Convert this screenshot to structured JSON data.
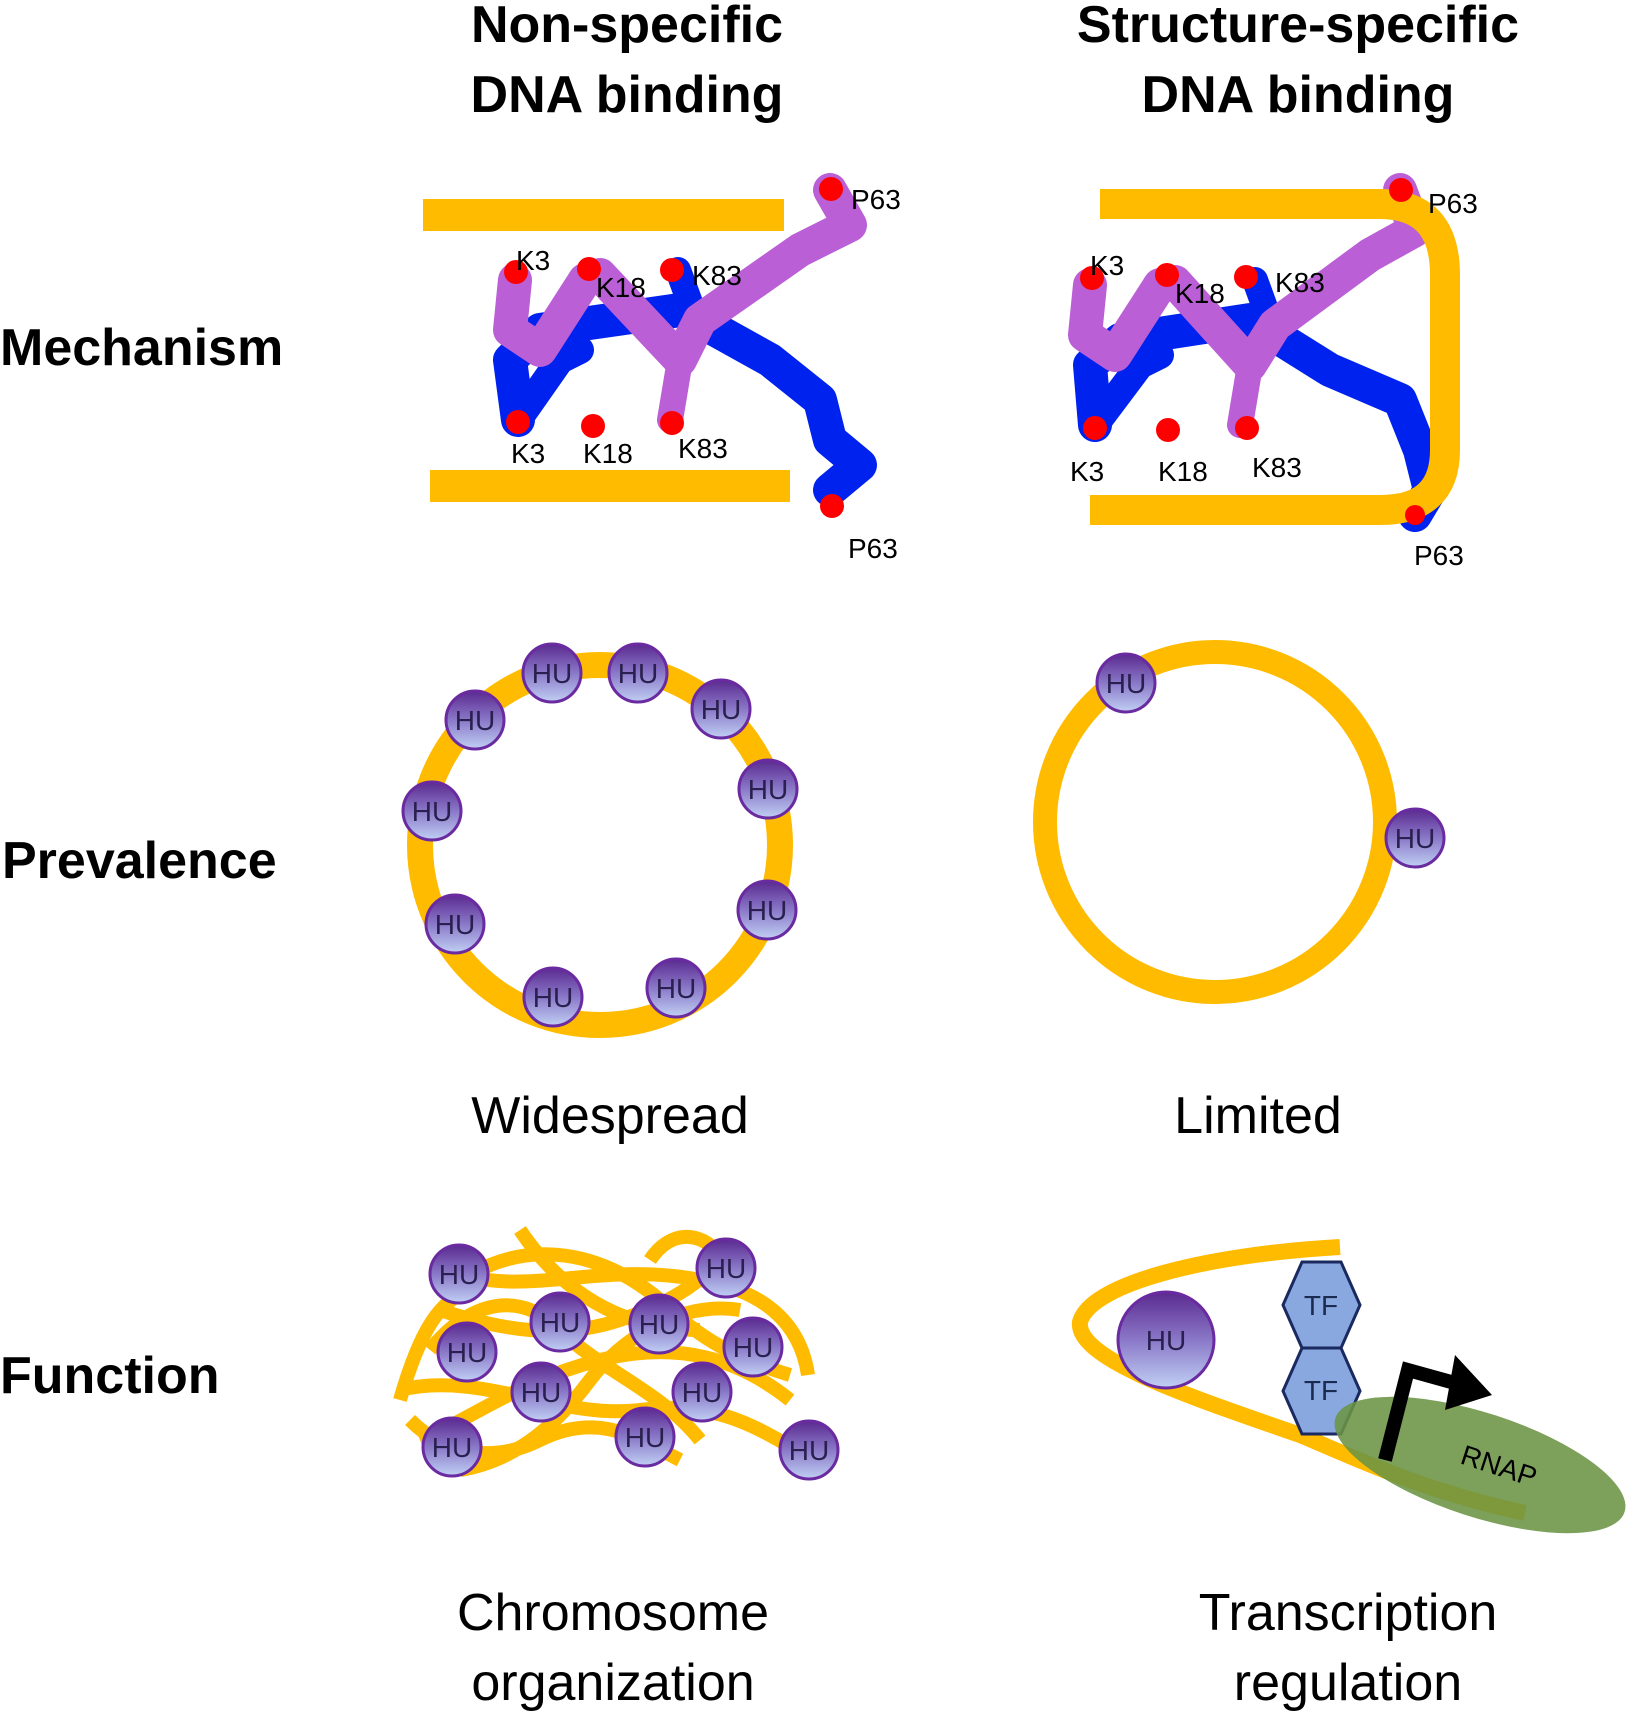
{
  "columns": {
    "left": {
      "header_line1": "Non-specific",
      "header_line2": "DNA binding"
    },
    "right": {
      "header_line1": "Structure-specific",
      "header_line2": "DNA binding"
    }
  },
  "rows": {
    "mechanism": "Mechanism",
    "prevalence": "Prevalence",
    "function": "Function"
  },
  "residues": {
    "k3": "K3",
    "k18": "K18",
    "k83": "K83",
    "p63": "P63"
  },
  "protein_labels": {
    "hu": "HU",
    "tf": "TF",
    "rnap": "RNAP"
  },
  "captions": {
    "prevalence_left": "Widespread",
    "prevalence_right": "Limited",
    "function_left_line1": "Chromosome",
    "function_left_line2": "organization",
    "function_right_line1": "Transcription",
    "function_right_line2": "regulation"
  },
  "colors": {
    "dna": "#ffbb00",
    "hu_monomer_a": "#0022ee",
    "hu_monomer_b": "#bb5fd6",
    "residue_marker": "#ff0000",
    "hu_top": "#5a2a90",
    "hu_bottom": "#b8c8f0",
    "tf": "#8aa8e0",
    "rnap": "#6b9444",
    "promoter_arrow": "#000000"
  }
}
